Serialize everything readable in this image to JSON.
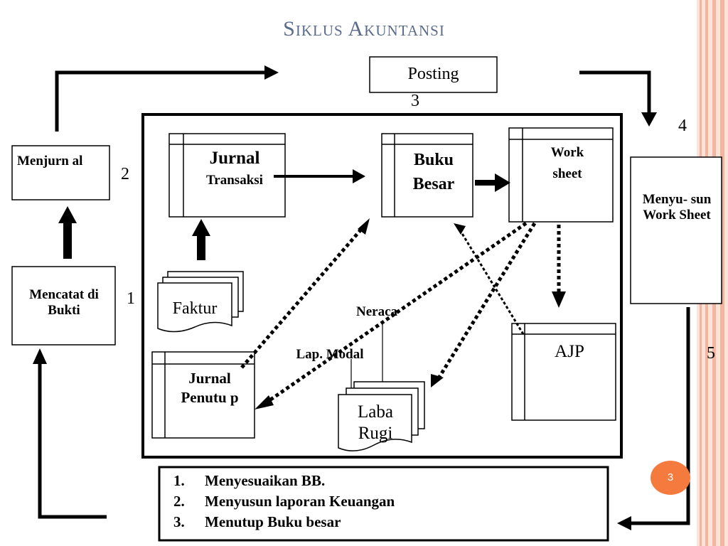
{
  "title": "Siklus Akuntansi",
  "steps": {
    "mencatat": "Mencatat di Bukti",
    "menjurnal": "Menjurn al",
    "posting": "Posting",
    "menyusun": "Menyu- sun Work Sheet"
  },
  "numbers": {
    "n1": "1",
    "n2": "2",
    "n3": "3",
    "n4": "4",
    "n5": "5"
  },
  "documents": {
    "jurnal_transaksi_l1": "Jurnal",
    "jurnal_transaksi_l2": "Transaksi",
    "buku_besar_l1": "Buku",
    "buku_besar_l2": "Besar",
    "worksheet_l1": "Work",
    "worksheet_l2": "sheet",
    "faktur": "Faktur",
    "ajp": "AJP",
    "jurnal_penutup": "Jurnal Penutu p",
    "laba_rugi_l1": "Laba",
    "laba_rugi_l2": "Rugi",
    "neraca": "Neraca",
    "lap_modal": "Lap. Modal"
  },
  "list": [
    {
      "num": "1.",
      "text": "Menyesuaikan BB."
    },
    {
      "num": "2.",
      "text": "Menyusun laporan Keuangan"
    },
    {
      "num": "3.",
      "text": "Menutup Buku besar"
    }
  ],
  "slide_number": "3",
  "colors": {
    "title": "#5a6b8c",
    "accent": "#f47a3e",
    "stripe": "#f3b5a0"
  }
}
